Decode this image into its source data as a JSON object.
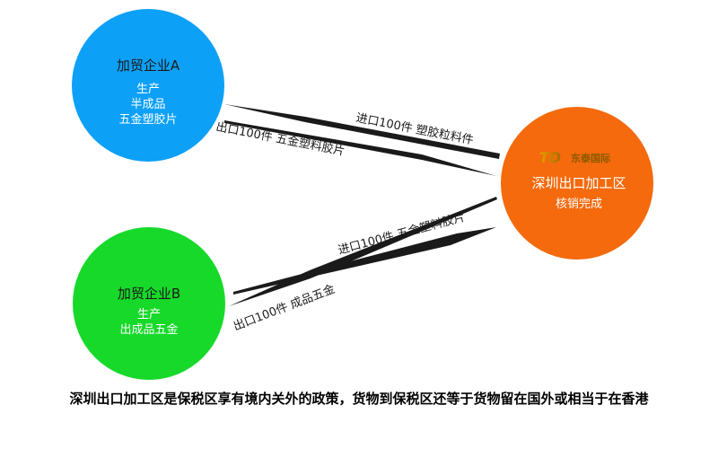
{
  "nodes": {
    "company_a": {
      "name": "加贸企业A",
      "lines": [
        "生产",
        "半成品",
        "五金塑胶片"
      ],
      "color": "#0da0f7"
    },
    "company_b": {
      "name": "加贸企业B",
      "lines": [
        "生产",
        "出成品五金"
      ],
      "color": "#17d92a"
    },
    "zone": {
      "logo_text": "东泰国际",
      "logo_mark": "TD",
      "name": "深圳出口加工区",
      "status": "核销完成",
      "color": "#f46a0c"
    }
  },
  "flows": {
    "zone_to_a": "进口100件  塑胶粒料件",
    "a_to_zone": "出口100件  五金塑料胶片",
    "zone_to_b": "进口100件  五金塑料胶片",
    "b_to_zone": "出口100件  成品五金"
  },
  "colors": {
    "arrow": "#1a1a1a"
  },
  "caption": "深圳出口加工区是保税区享有境内关外的政策，货物到保税区还等于货物留在国外或相当于在香港"
}
